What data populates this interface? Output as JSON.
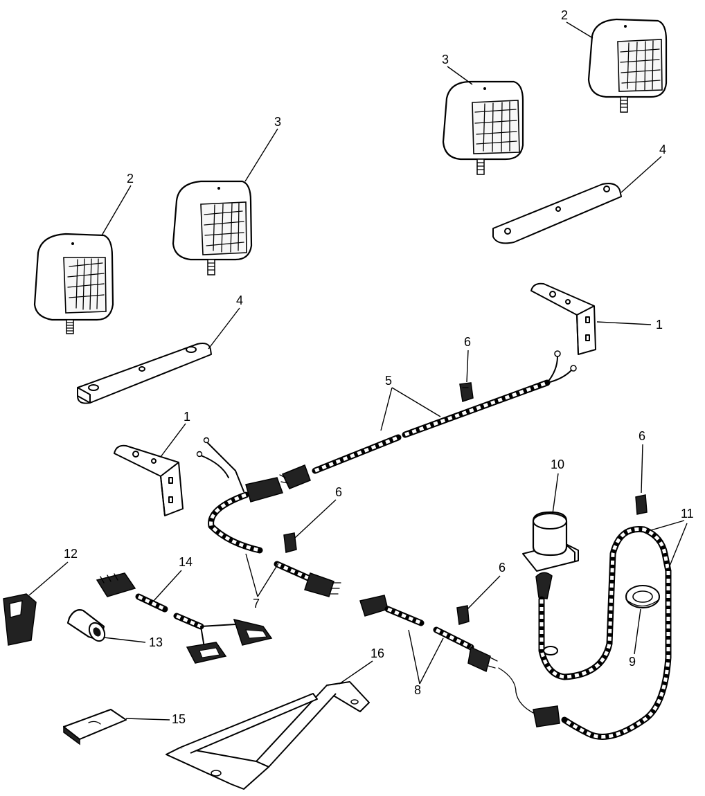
{
  "callouts": {
    "c2a": "2",
    "c3a": "3",
    "c3b": "3",
    "c2b": "2",
    "c4a": "4",
    "c4b": "4",
    "c1a": "1",
    "c1b": "1",
    "c5": "5",
    "c6a": "6",
    "c6b": "6",
    "c6c": "6",
    "c6d": "6",
    "c7": "7",
    "c8": "8",
    "c9": "9",
    "c10": "10",
    "c11": "11",
    "c12": "12",
    "c13": "13",
    "c14": "14",
    "c15": "15",
    "c16": "16"
  }
}
